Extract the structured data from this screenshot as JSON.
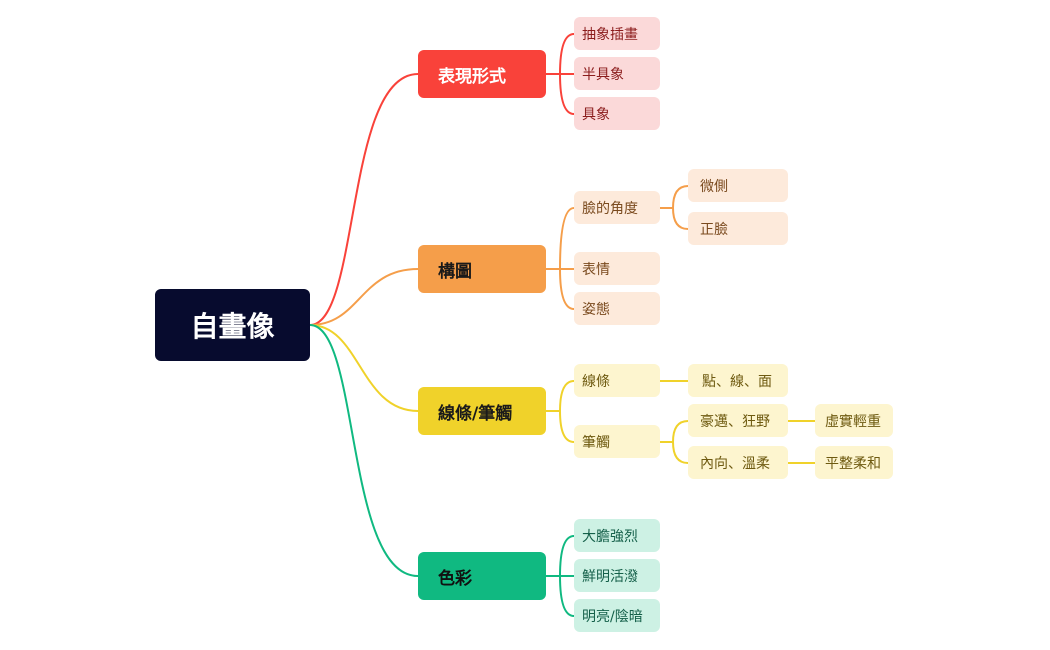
{
  "root": "自畫像",
  "colors": {
    "red": "#f9423a",
    "orange": "#f59e4a",
    "yellow": "#f0d22a",
    "green": "#10b981",
    "root_bg": "#070b2e"
  },
  "branches": [
    {
      "label": "表現形式",
      "children": [
        "抽象插畫",
        "半具象",
        "具象"
      ]
    },
    {
      "label": "構圖",
      "children": [
        {
          "label": "臉的角度",
          "children": [
            "微側",
            "正臉"
          ]
        },
        "表情",
        "姿態"
      ]
    },
    {
      "label": "線條/筆觸",
      "children": [
        {
          "label": "線條",
          "children": [
            "點、線、面"
          ]
        },
        {
          "label": "筆觸",
          "children": [
            {
              "label": "豪邁、狂野",
              "children": [
                "虛實輕重"
              ]
            },
            {
              "label": "內向、溫柔",
              "children": [
                "平整柔和"
              ]
            }
          ]
        }
      ]
    },
    {
      "label": "色彩",
      "children": [
        "大膽強烈",
        "鮮明活潑",
        "明亮/陰暗"
      ]
    }
  ]
}
